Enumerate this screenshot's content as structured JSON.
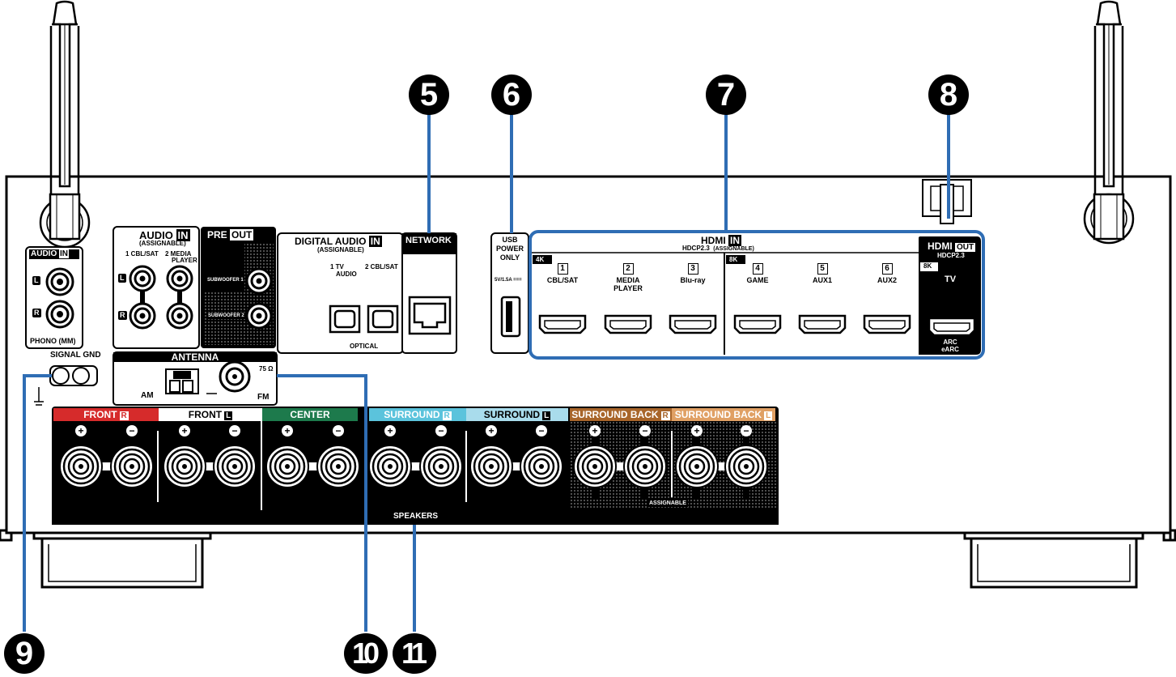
{
  "callouts": {
    "c5": "5",
    "c6": "6",
    "c7": "7",
    "c8": "8",
    "c9": "9",
    "c10": "10",
    "c11": "11"
  },
  "phono": {
    "title": "AUDIO",
    "in_tag": "IN",
    "left": "L",
    "right": "R",
    "footer": "PHONO (MM)"
  },
  "signal_gnd": "SIGNAL GND",
  "audio_in": {
    "title": "AUDIO",
    "in_tag": "IN",
    "assignable": "(ASSIGNABLE)",
    "col1": "1 CBL/SAT",
    "col2": "2 MEDIA",
    "col2b": "PLAYER",
    "left": "L",
    "right": "R"
  },
  "pre_out": {
    "title": "PRE",
    "out_tag": "OUT",
    "sub1": "SUBWOOFER 1",
    "sub2": "SUBWOOFER 2"
  },
  "digital_audio": {
    "title": "DIGITAL AUDIO",
    "in_tag": "IN",
    "assignable": "(ASSIGNABLE)",
    "col1a": "1   TV",
    "col1b": "AUDIO",
    "col2": "2 CBL/SAT",
    "footer": "OPTICAL"
  },
  "network": {
    "title": "NETWORK"
  },
  "usb": {
    "l1": "USB",
    "l2": "POWER",
    "l3": "ONLY",
    "rating": "5V/1.5A ==="
  },
  "hdmi_in": {
    "title": "HDMI",
    "in_tag": "IN",
    "hdcp": "HDCP2.3",
    "assignable": "(ASSIGNABLE)",
    "tag_4k": "4K",
    "tag_8k": "8K",
    "inputs": [
      {
        "num": "1",
        "label": "CBL/SAT",
        "label2": ""
      },
      {
        "num": "2",
        "label": "MEDIA",
        "label2": "PLAYER"
      },
      {
        "num": "3",
        "label": "Blu-ray",
        "label2": ""
      },
      {
        "num": "4",
        "label": "GAME",
        "label2": ""
      },
      {
        "num": "5",
        "label": "AUX1",
        "label2": ""
      },
      {
        "num": "6",
        "label": "AUX2",
        "label2": ""
      }
    ]
  },
  "hdmi_out": {
    "title": "HDMI",
    "out_tag": "OUT",
    "hdcp": "HDCP2.3",
    "tag_8k": "8K",
    "label": "TV",
    "arc": "ARC",
    "earc": "eARC"
  },
  "antenna": {
    "title": "ANTENNA",
    "am": "AM",
    "fm": "FM",
    "ohm": "75 Ω"
  },
  "speakers": {
    "footer": "SPEAKERS",
    "assignable": "ASSIGNABLE",
    "groups": [
      {
        "label": "FRONT",
        "tag": "R",
        "color": "#d62b2b"
      },
      {
        "label": "FRONT",
        "tag": "L",
        "color": "#ffffff"
      },
      {
        "label": "CENTER",
        "tag": "",
        "color": "#1d7a4c"
      },
      {
        "label": "SURROUND",
        "tag": "R",
        "color": "#5bc3dc"
      },
      {
        "label": "SURROUND",
        "tag": "L",
        "color": "#a9dcec"
      },
      {
        "label": "SURROUND BACK",
        "tag": "R",
        "color": "#a8652a"
      },
      {
        "label": "SURROUND BACK",
        "tag": "L",
        "color": "#e0a064"
      }
    ],
    "plus": "+",
    "minus": "−"
  },
  "colors": {
    "callout_line": "#2f6db4",
    "panel_black": "#000000"
  }
}
